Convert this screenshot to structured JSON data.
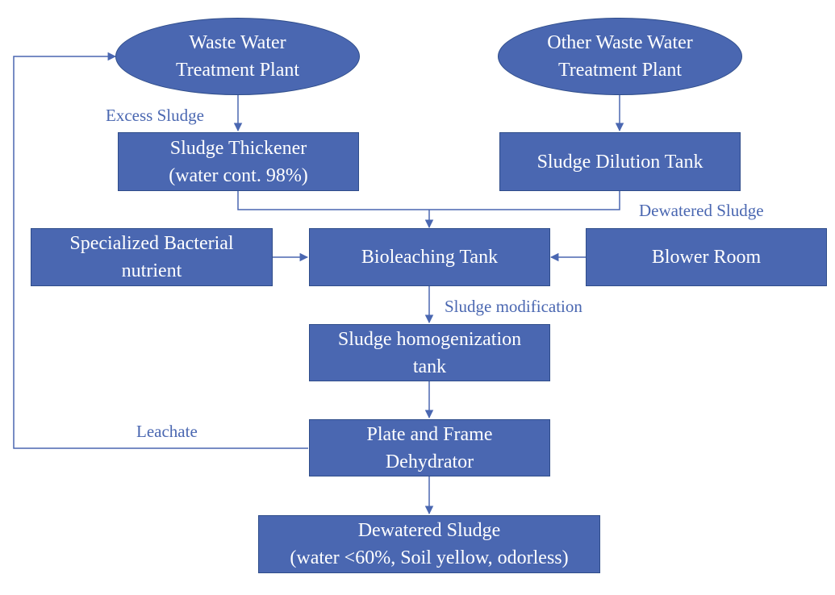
{
  "nodes": {
    "wwtp": {
      "line1": "Waste Water",
      "line2": "Treatment Plant"
    },
    "other_wwtp": {
      "line1": "Other Waste Water",
      "line2": "Treatment Plant"
    },
    "thickener": {
      "line1": "Sludge Thickener",
      "line2": "(water cont. 98%)"
    },
    "dilution": {
      "line1": "Sludge Dilution Tank"
    },
    "nutrient": {
      "line1": "Specialized Bacterial",
      "line2": "nutrient"
    },
    "bioleaching": {
      "line1": "Bioleaching Tank"
    },
    "blower": {
      "line1": "Blower Room"
    },
    "homogenization": {
      "line1": "Sludge homogenization",
      "line2": "tank"
    },
    "dehydrator": {
      "line1": "Plate and Frame",
      "line2": "Dehydrator"
    },
    "dewatered": {
      "line1": "Dewatered Sludge",
      "line2": "(water <60%, Soil yellow, odorless)"
    }
  },
  "labels": {
    "excess_sludge": "Excess Sludge",
    "dewatered_sludge": "Dewatered Sludge",
    "sludge_modification": "Sludge modification",
    "leachate": "Leachate"
  },
  "colors": {
    "box_fill": "#4a67b1",
    "box_border": "#2f4d8a",
    "connector": "#4a67b1",
    "text": "#ffffff"
  }
}
